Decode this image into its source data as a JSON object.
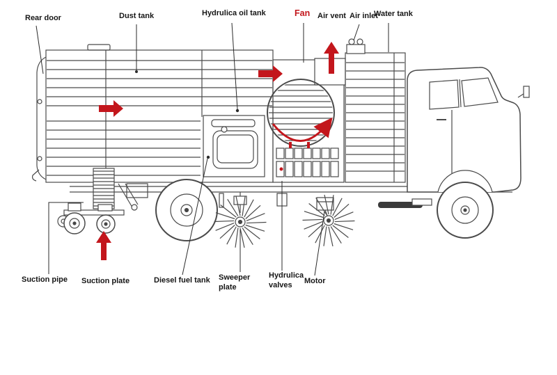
{
  "diagram": {
    "subject": "road sweeper truck component diagram",
    "colors": {
      "accent_red": "#C3161C",
      "line": "#4a4a4a",
      "text": "#161616",
      "background": "#ffffff"
    },
    "labels": {
      "rear_door": "Rear door",
      "dust_tank": "Dust tank",
      "hydrulica_oil_tank": "Hydrulica oil tank",
      "fan": "Fan",
      "air_vent": "Air vent",
      "air_inlet": "Air inlet",
      "water_tank": "Water tank",
      "suction_pipe": "Suction pipe",
      "suction_plate": "Suction plate",
      "diesel_fuel_tank": "Diesel fuel tank",
      "sweeper_plate": "Sweeper plate",
      "hydrulica_valves": "Hydrulica valves",
      "motor": "Motor"
    }
  }
}
